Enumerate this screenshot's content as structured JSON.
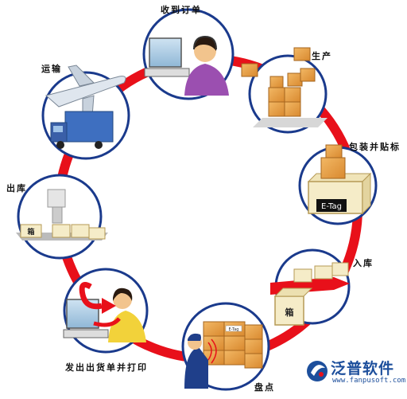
{
  "stages": {
    "receive_order": "收到订单",
    "production": "生产",
    "pack_and_label": "包装并贴标",
    "inbound": "入库",
    "inventory_check": "盘点",
    "ship_and_print": "发出出货单并打印",
    "outbound": "出库",
    "transport": "运输"
  },
  "tags": {
    "etag_pack": "E-Tag",
    "etag_small": "E-Tag",
    "box_char": "箱"
  },
  "brand": {
    "name": "泛普软件",
    "url": "www.fanpusoft.com"
  },
  "colors": {
    "ring": "#e8101a",
    "circle_border": "#1a3a8c",
    "box": "#e8a24a",
    "box_dark": "#c77a28",
    "brand": "#1d4f9c"
  }
}
